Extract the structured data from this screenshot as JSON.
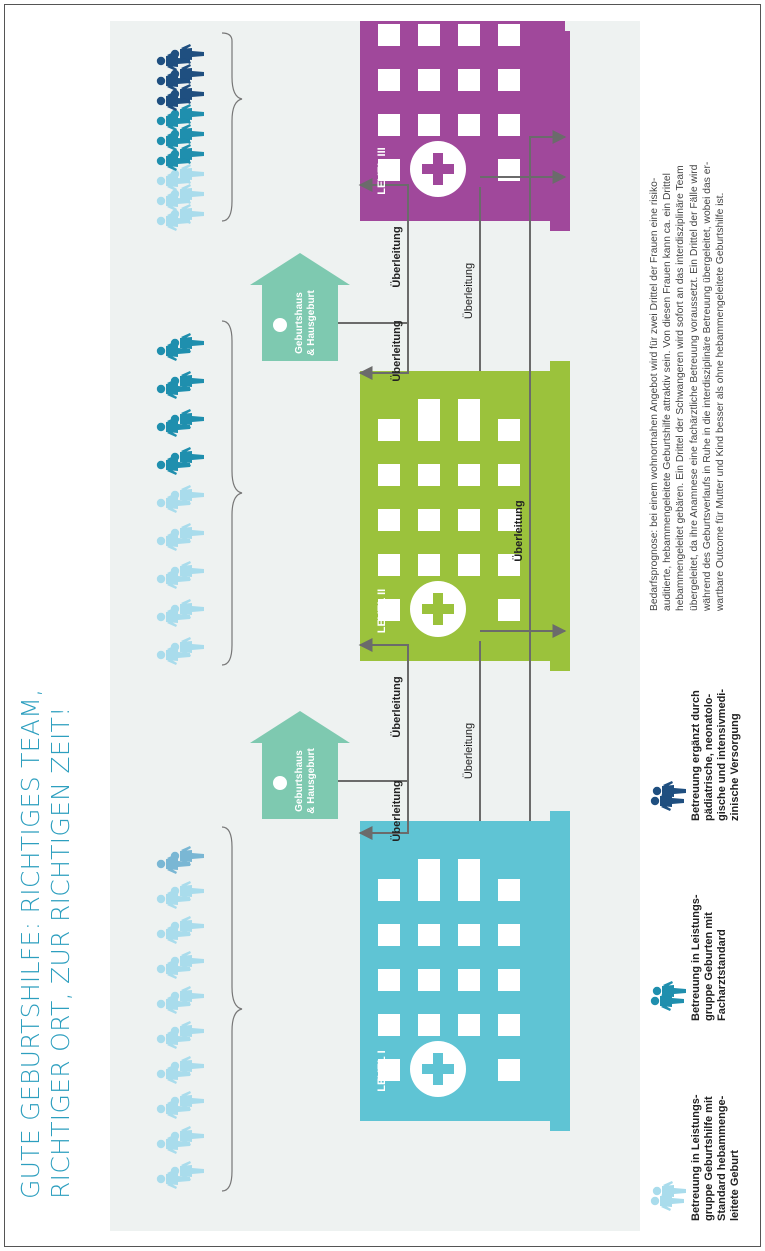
{
  "title": {
    "line1": "GUTE GEBURTSHILFE: RICHTIGES TEAM,",
    "line2": "RICHTIGER ORT, ZUR RICHTIGEN ZEIT!"
  },
  "colors": {
    "level1": "#5fc4d4",
    "level2": "#9bc23c",
    "level3": "#a0489b",
    "house": "#7ec9b0",
    "arrow": "#6b6b6b",
    "person_light": "#a9dcec",
    "person_mid": "#1f8fae",
    "person_dark": "#1f4f80",
    "title": "#2d9fbf"
  },
  "diagram": {
    "levels": [
      {
        "label": "LEVEL I"
      },
      {
        "label": "LEVEL II"
      },
      {
        "label": "LEVEL III"
      }
    ],
    "houses": [
      {
        "line1": "Geburtshaus",
        "line2": "& Hausgeburt"
      },
      {
        "line1": "Geburtshaus",
        "line2": "& Hausgeburt"
      }
    ],
    "transfer_bold": "Überleitung",
    "transfer_light": "Überleitung"
  },
  "legend": [
    {
      "lines": [
        "Betreuung in Leistungs-",
        "gruppe Geburtshilfe mit",
        "Standard hebammenge-",
        "leitete Geburt"
      ],
      "icon": "person-light-icon"
    },
    {
      "lines": [
        "Betreuung in Leistungs-",
        "gruppe Geburten mit",
        "Facharztstandard"
      ],
      "icon": "person-mid-icon"
    },
    {
      "lines": [
        "Betreuung ergänzt durch",
        "pädiatrische, neonatolo-",
        "gische und intensivmedi-",
        "zinische Versorgung"
      ],
      "icon": "person-dark-icon"
    }
  ],
  "description": [
    "Bedarfsprognose: bei einem wohnortnahen Angebot wird für zwei Drittel der Frauen eine risiko-",
    "auditierte, hebammengeleitete Geburtshilfe attraktiv sein. Von diesen Frauen kann ca. ein Drittel",
    "hebammengeleitet gebären. Ein Drittel der Schwangeren wird sofort an das interdisziplinäre Team",
    "übergeleitet, da ihre Anamnese eine fachärztliche Betreuung voraussetzt. Ein Drittel der Fälle wird",
    "während des Geburtsverlaufs in Ruhe in die interdisziplinäre Betreuung übergeleitet, wobei das er-",
    "wartbare Outcome für Mutter und Kind besser als ohne hebammengeleitete Geburtshilfe ist."
  ]
}
